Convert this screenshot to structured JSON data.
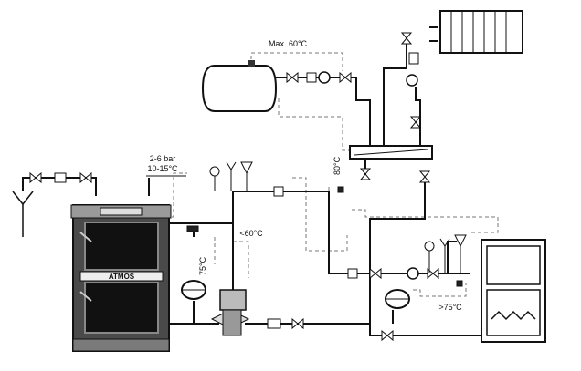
{
  "labels": {
    "max_temp": "Max. 60°C",
    "pressure": "2-6 bar",
    "inlet_temp": "10-15°C",
    "brand": "ATMOS",
    "temp_80": "80°C",
    "temp_below_60": "<60°C",
    "temp_75": "75°C",
    "temp_above_75": ">75°C"
  }
}
